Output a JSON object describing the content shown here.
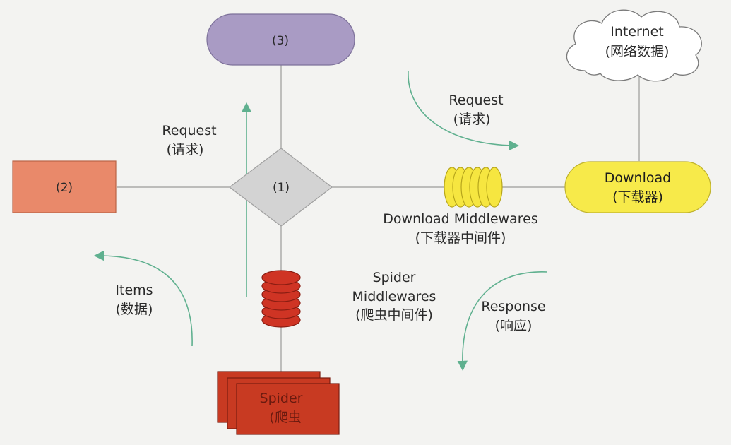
{
  "nodes": {
    "scheduler": {
      "label": "(3)"
    },
    "item_pipeline": {
      "label": "(2)"
    },
    "engine": {
      "label": "(1)"
    },
    "internet": {
      "line1": "Internet",
      "line2": "(网络数据)"
    },
    "downloader": {
      "line1": "Download",
      "line2": "(下载器)"
    },
    "spider": {
      "line1": "Spider",
      "line2": "(爬虫"
    }
  },
  "labels": {
    "request_left": {
      "line1": "Request",
      "line2": "(请求)"
    },
    "request_right": {
      "line1": "Request",
      "line2": "(请求)"
    },
    "download_middlewares": {
      "line1": "Download Middlewares",
      "line2": "(下载器中间件)"
    },
    "spider_middlewares": {
      "line1": "Spider",
      "line2": "Middlewares",
      "line3": "(爬虫中间件)"
    },
    "items": {
      "line1": "Items",
      "line2": "(数据)"
    },
    "response": {
      "line1": "Response",
      "line2": "(响应)"
    }
  },
  "colors": {
    "scheduler": "#a99bc4",
    "item_pipeline": "#e9896a",
    "engine": "#d3d3d3",
    "downloader": "#f7ea4a",
    "spider": "#c83a22",
    "middleware_disks": "#f6e640",
    "spider_disks": "#cf3424",
    "arrows": "#5fb08f"
  }
}
